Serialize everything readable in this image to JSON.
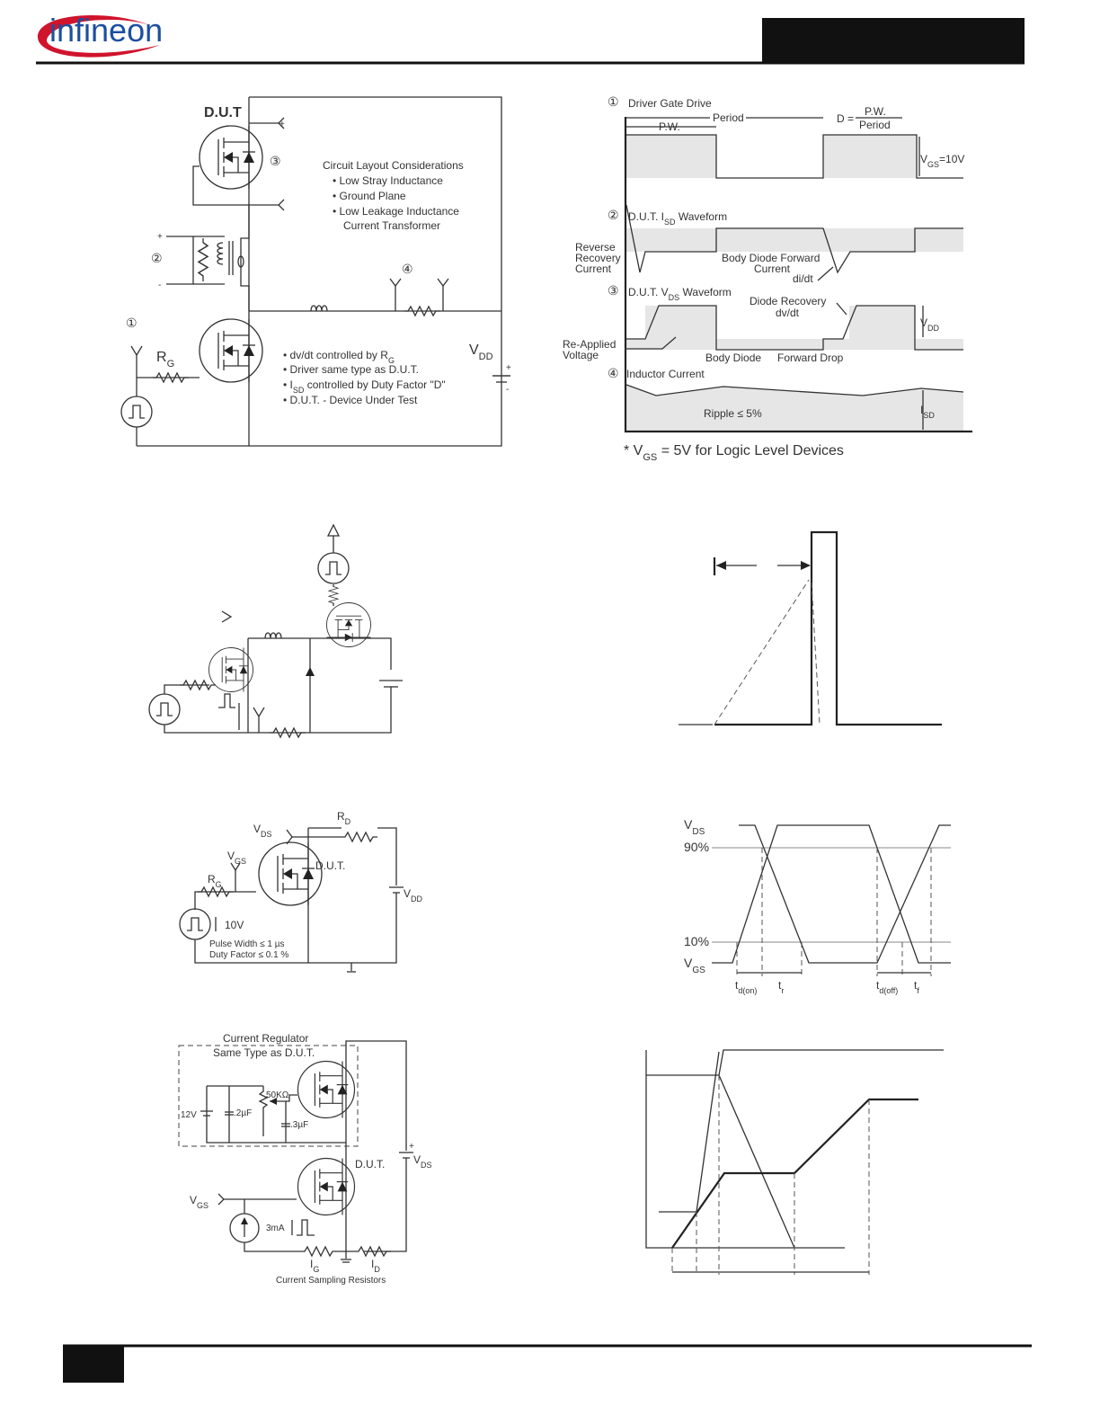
{
  "header": {
    "logo_text": "infineon",
    "brand_color": "#1c4fa0",
    "swoosh_color": "#d0142c"
  },
  "fig1": {
    "dut_label": "D.U.T",
    "markers": [
      "①",
      "②",
      "③",
      "④"
    ],
    "plus": "+",
    "minus": "-",
    "rg": {
      "base": "R",
      "sub": "G"
    },
    "vdd": {
      "base": "V",
      "sub": "DD"
    },
    "layout_title": "Circuit Layout Considerations",
    "layout_items": [
      "Low Stray Inductance",
      "Ground Plane",
      "Low Leakage Inductance",
      "Current Transformer"
    ],
    "notes": [
      {
        "pre": "dv/dt controlled by R",
        "sub": "G",
        "post": ""
      },
      {
        "pre": "Driver same type as D.U.T.",
        "sub": "",
        "post": ""
      },
      {
        "pre": "I",
        "sub": "SD",
        "post": " controlled by Duty Factor \"D\""
      },
      {
        "pre": "D.U.T. - Device Under Test",
        "sub": "",
        "post": ""
      }
    ]
  },
  "fig2": {
    "gate_title": "Driver Gate Drive",
    "period": "Period",
    "pw": "P.W.",
    "duty_eq": "D =",
    "duty_num": "P.W.",
    "duty_den": "Period",
    "vgs": {
      "base": "V",
      "sub": "GS",
      "post": "=10V"
    },
    "isd_title": {
      "pre": "D.U.T. I",
      "sub": "SD",
      "post": " Waveform"
    },
    "reverse_recovery": [
      "Reverse",
      "Recovery",
      "Current"
    ],
    "body_diode_forward": [
      "Body  Diode  Forward",
      "Current"
    ],
    "didt": "di/dt",
    "vds_title": {
      "pre": "D.U.T. V",
      "sub": "DS",
      "post": " Waveform"
    },
    "diode_recovery": [
      "Diode  Recovery",
      "dv/dt"
    ],
    "vdd": {
      "base": "V",
      "sub": "DD"
    },
    "reapplied": [
      "Re-Applied",
      "Voltage"
    ],
    "body_diode": "Body  Diode",
    "forward_drop": "Forward  Drop",
    "inductor_title": "Inductor Current",
    "ripple": "Ripple ≤ 5%",
    "isd": {
      "base": "I",
      "sub": "SD"
    },
    "footnote": {
      "pre": "* V",
      "sub": "GS",
      "post": " = 5V for Logic Level Devices"
    }
  },
  "fig5": {
    "vds": {
      "base": "V",
      "sub": "DS"
    },
    "rd": {
      "base": "R",
      "sub": "D"
    },
    "vgs": {
      "base": "V",
      "sub": "GS"
    },
    "rg": {
      "base": "R",
      "sub": "G"
    },
    "dut": "D.U.T.",
    "vdd": {
      "base": "V",
      "sub": "DD"
    },
    "amp": "10V",
    "pulse_width": "Pulse Width ≤ 1 µs",
    "duty_factor": "Duty Factor ≤ 0.1 %"
  },
  "fig6": {
    "vds": {
      "base": "V",
      "sub": "DS"
    },
    "p90": "90%",
    "p10": "10%",
    "vgs": {
      "base": "V",
      "sub": "GS"
    },
    "td_on": {
      "base": "t",
      "sub": "d(on)"
    },
    "tr": {
      "base": "t",
      "sub": "r"
    },
    "td_off": {
      "base": "t",
      "sub": "d(off)"
    },
    "tf": {
      "base": "t",
      "sub": "f"
    }
  },
  "fig7": {
    "regulator": "Current  Regulator",
    "same_type": "Same  Type  as  D.U.T.",
    "pot": "50KΩ",
    "v12": "12V",
    "c2": ".2µF",
    "c3": ".3µF",
    "dut": "D.U.T.",
    "vds": {
      "base": "V",
      "sub": "DS"
    },
    "vgs": {
      "base": "V",
      "sub": "GS"
    },
    "i3ma": "3mA",
    "ig": {
      "base": "I",
      "sub": "G"
    },
    "id": {
      "base": "I",
      "sub": "D"
    },
    "sampling": "Current  Sampling  Resistors"
  }
}
